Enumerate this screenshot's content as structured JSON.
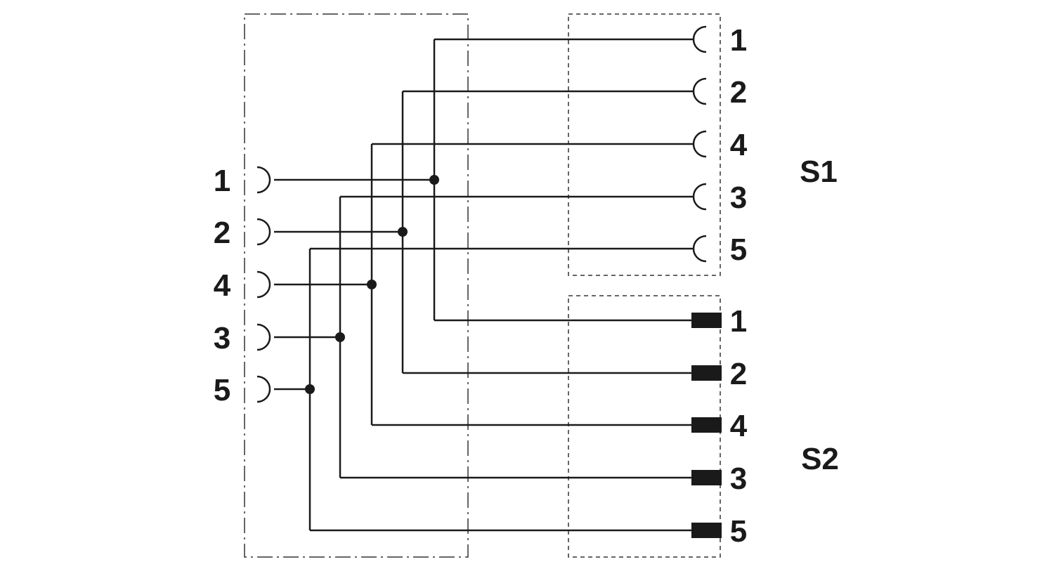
{
  "input_connector": {
    "pins": [
      "1",
      "2",
      "4",
      "3",
      "5"
    ]
  },
  "s1": {
    "label": "S1",
    "pins": [
      "1",
      "2",
      "4",
      "3",
      "5"
    ]
  },
  "s2": {
    "label": "S2",
    "pins": [
      "1",
      "2",
      "4",
      "3",
      "5"
    ]
  }
}
